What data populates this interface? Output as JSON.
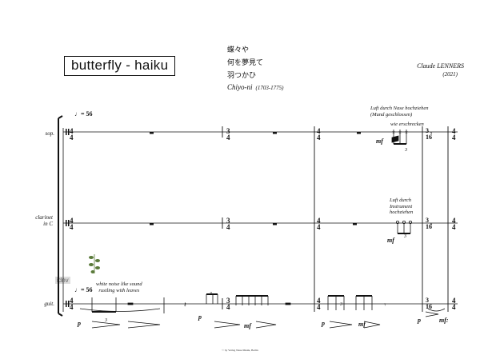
{
  "title": "butterfly - haiku",
  "haiku_lines": [
    "蝶々や",
    "何を夢見て",
    "羽つかひ"
  ],
  "poet": {
    "name": "Chiyo-ni",
    "dates": "(1703-1775)"
  },
  "composer": {
    "name": "Claude LENNERS",
    "year": "(2021)"
  },
  "tempo": {
    "top": "= 56",
    "guitar": "= 56"
  },
  "instruments": {
    "soprano": "sop.",
    "clarinet_line1": "clarinet",
    "clarinet_line2": "in C",
    "guitar": "guit."
  },
  "time_signatures": {
    "four_four": "4",
    "three_four": "3",
    "three_sixteen_top": "3",
    "three_sixteen_bottom": "16"
  },
  "annotations": {
    "sop_breath": "Luft durch Nase hochziehen",
    "sop_breath_paren": "(Mund geschlossen)",
    "sop_startled": "wie erschrecken",
    "cl_breath_1": "Luft durch",
    "cl_breath_2": "Instrument",
    "cl_breath_3": "hochziehen",
    "guit_noise_1": "white noise like sound",
    "guit_noise_2": "rustling with leaves",
    "watermark": "idnv"
  },
  "dynamics": {
    "mf": "mf",
    "p": "p",
    "mf_colon": "mf:"
  },
  "tuplets": {
    "three": "3"
  },
  "copyright": "© by Verlag Neue Musik, Berlin"
}
